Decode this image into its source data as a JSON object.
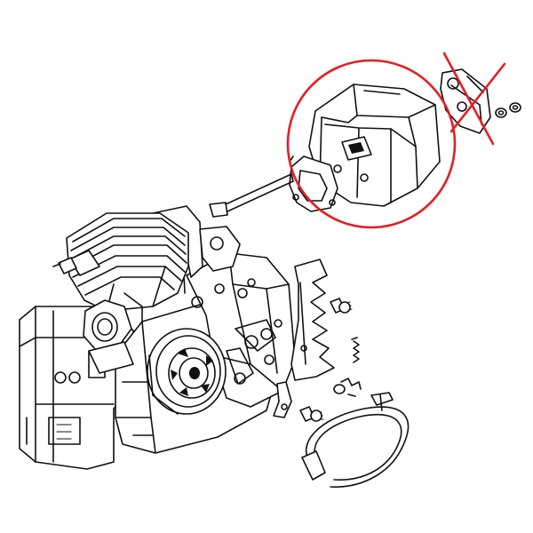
{
  "figure": {
    "kind": "exploded-parts-illustration",
    "highlight_color": "#e31e24",
    "line_color": "#111111",
    "background": "#ffffff"
  },
  "annotations": {
    "highlight_circle": {
      "marks": "muffler",
      "shape": "circle"
    },
    "cross_out": {
      "marks": "spark-arrestor-bracket",
      "shape": "x"
    }
  },
  "parts": [
    {
      "name": "engine-housing"
    },
    {
      "name": "cylinder"
    },
    {
      "name": "muffler"
    },
    {
      "name": "muffler-gasket"
    },
    {
      "name": "long-bolt"
    },
    {
      "name": "bracket"
    },
    {
      "name": "nuts"
    },
    {
      "name": "spiked-bumper"
    },
    {
      "name": "screws"
    },
    {
      "name": "springs"
    },
    {
      "name": "brake-lever"
    },
    {
      "name": "brake-band"
    },
    {
      "name": "clutch-drum"
    }
  ]
}
